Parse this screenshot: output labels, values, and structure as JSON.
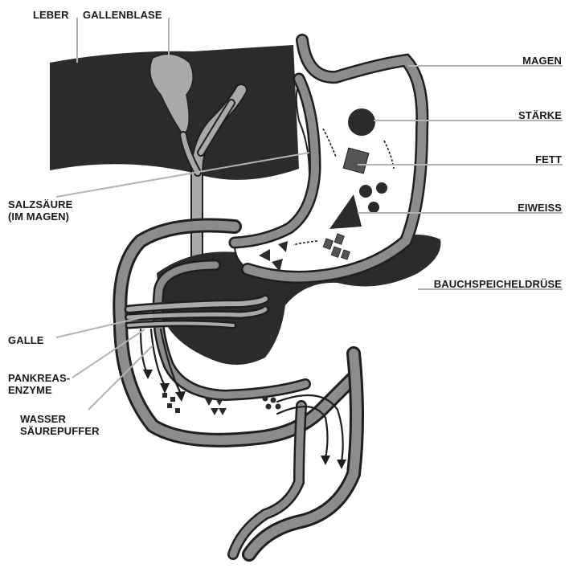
{
  "labels": {
    "leber": "LEBER",
    "gallenblase": "GALLENBLASE",
    "magen": "MAGEN",
    "staerke": "STÄRKE",
    "fett": "FETT",
    "eiweiss": "EIWEISS",
    "bauchspeicheldruese": "BAUCHSPEICHELDRÜSE",
    "salzsaeure_line1": "SALZSÄURE",
    "salzsaeure_line2": "(IM MAGEN)",
    "galle": "GALLE",
    "pankreas_line1": "PANKREAS-",
    "pankreas_line2": "ENZYME",
    "wasser_line1": "WASSER",
    "wasser_line2": "SÄUREPUFFER"
  },
  "colors": {
    "organ_dark": "#2b2b2b",
    "wall_gray": "#8c8c8c",
    "gallbladder_gray": "#a9a9a9",
    "outline": "#1f1f1f",
    "leader_line": "#b3b3b3",
    "background": "#ffffff"
  }
}
